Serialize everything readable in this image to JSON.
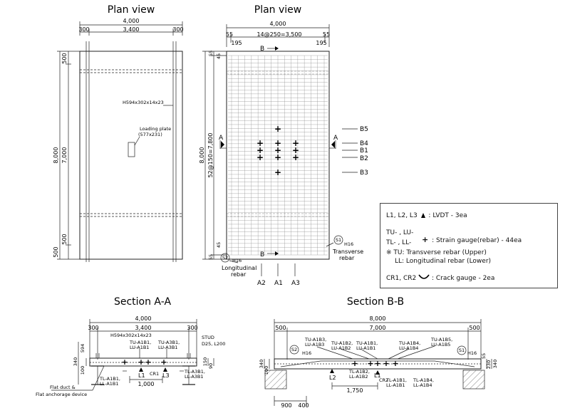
{
  "titles": {
    "plan_left": "Plan view",
    "plan_right": "Plan view",
    "section_aa": "Section A-A",
    "section_bb": "Section B-B"
  },
  "plan_left": {
    "dim_total": "4,000",
    "dim_left": "300",
    "dim_mid": "3,400",
    "dim_right": "300",
    "dim_length": "8,000",
    "dim_inner": "7,000",
    "dim_500_top": "500",
    "dim_500_bot_inner": "500",
    "dim_500_bot": "500",
    "beam_label": "H594x302x14x23",
    "plate_label_1": "Loading plate",
    "plate_label_2": "(577x231)"
  },
  "plan_right": {
    "dim_total": "4,000",
    "dim_55_l": "55",
    "dim_spacing": "14@250=3,500",
    "dim_55_r": "55",
    "dim_195_l": "195",
    "dim_195_r": "195",
    "dim_length": "8,000",
    "dim_rows": "52@150=7,800",
    "dim_55_top": "55",
    "dim_45_top": "45",
    "dim_55_bot": "55",
    "dim_45_bot": "45",
    "sec_a_left": "A",
    "sec_a_right": "A",
    "sec_b_top": "B",
    "sec_b_bot": "B",
    "b_labels": [
      "B5",
      "B4",
      "B1",
      "B2",
      "B3"
    ],
    "a_labels": [
      "A2",
      "A1",
      "A3"
    ],
    "s1": "S1",
    "h16_right": "H16",
    "transverse_1": "Transverse",
    "transverse_2": "rebar",
    "s2": "S2",
    "h16_left": "H16",
    "longitudinal_1": "Longitudinal",
    "longitudinal_2": "rebar"
  },
  "legend": {
    "lvdt_prefix": "L1, L2, L3",
    "lvdt_text": ": LVDT - 3ea",
    "sg_line1": "TU- , LU-",
    "sg_line2": "TL- , LL-",
    "sg_text": ": Strain gauge(rebar) - 44ea",
    "note1": "※ TU: Transverse rebar (Upper)",
    "note2": "LL: Longitudinal rebar (Lower)",
    "crack_prefix": "CR1, CR2",
    "crack_text": ": Crack gauge - 2ea"
  },
  "section_aa": {
    "dim_total": "4,000",
    "dim_300_l": "300",
    "dim_mid": "3,400",
    "dim_300_r": "300",
    "beam_label": "H594x302x14x23",
    "stud_1": "STUD",
    "stud_2": "D25, L200",
    "tu_a1": "TU-A1B1,",
    "lu_a1": "LU-A1B1",
    "tu_a3": "TU-A3B1,",
    "lu_a3": "LU-A3B1",
    "dim_594": "594",
    "dim_340": "340",
    "dim_100": "100",
    "dim_150": "150",
    "dim_90": "90",
    "cr1": "CR1",
    "l1": "L1",
    "l3": "L3",
    "tl_a1": "TL-A1B1,",
    "ll_a1": "LL-A1B1",
    "tl_a3": "TL-A3B1,",
    "ll_a3": "LL-A3B1",
    "dim_1000": "1,000",
    "flat_duct": "Flat duct  &",
    "flat_anchor": "Flat anchorage device"
  },
  "section_bb": {
    "dim_total": "8,000",
    "dim_500_l": "500",
    "dim_mid": "7,000",
    "dim_500_r": "500",
    "top_labels": [
      [
        "TU-A1B3,",
        "LU-A1B3"
      ],
      [
        "TU-A1B2,",
        "LU-A1B2"
      ],
      [
        "TU-A1B1,",
        "LU-A1B1"
      ],
      [
        "TU-A1B4,",
        "LU-A1B4"
      ],
      [
        "TU-A1B5,",
        "LU-A1B5"
      ]
    ],
    "s2": "S2",
    "h16_l": "H16",
    "s1": "S1",
    "h16_r": "H16",
    "dim_340": "340",
    "dim_100": "100",
    "dim_55": "55",
    "dim_230": "230",
    "dim_340_r": "340",
    "l2": "L2",
    "l1": "L1",
    "cr2": "CR2",
    "bot_labels": [
      [
        "TL-A1B2,",
        "LL-A1B2"
      ],
      [
        "TL-A1B1,",
        "LL-A1B1"
      ],
      [
        "TL-A1B4,",
        "LL-A1B4"
      ]
    ],
    "dim_1750": "1,750",
    "dim_900": "900",
    "dim_400": "400"
  }
}
